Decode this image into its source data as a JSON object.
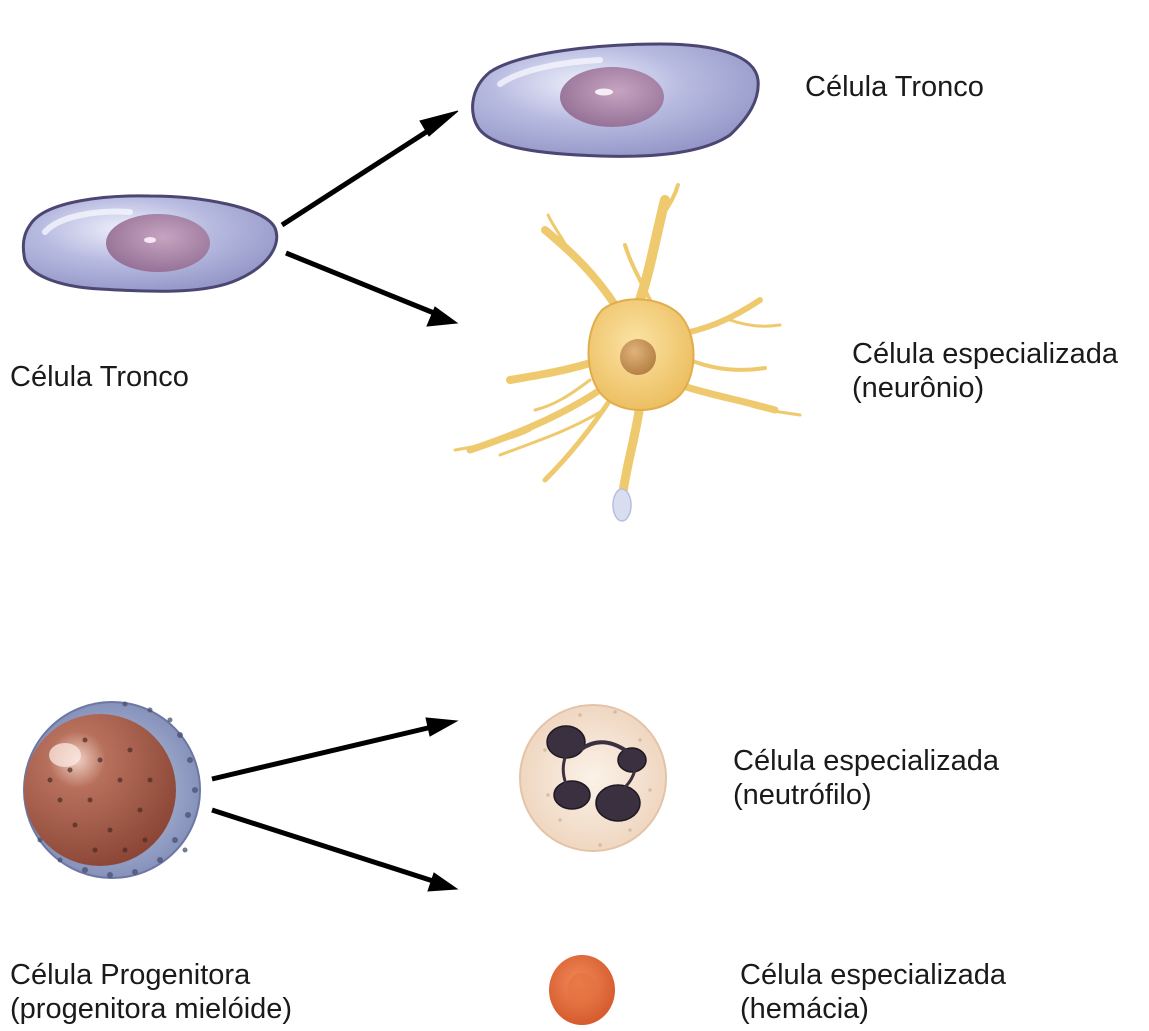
{
  "colors": {
    "stem_cell_fill": "#a9acd6",
    "stem_cell_outline": "#4c4672",
    "nucleus": "#9a7498",
    "neuron_body": "#f3c96a",
    "neuron_nucleus": "#c6924e",
    "progenitor_cytoplasm": "#9ba6c8",
    "progenitor_nucleus": "#9a5040",
    "neutrophil_cytoplasm": "#f6e6d6",
    "neutrophil_nucleus": "#3a3040",
    "red_blood_cell": "#e06a3c",
    "arrow": "#000000"
  },
  "labels": {
    "stem_cell_source": "Célula Tronco",
    "stem_cell_result": "Célula Tronco",
    "neuron_line1": "Célula especializada",
    "neuron_line2": "(neurônio)",
    "progenitor_line1": "Célula Progenitora",
    "progenitor_line2": "(progenitora mielóide)",
    "neutrophil_line1": "Célula especializada",
    "neutrophil_line2": "(neutrófilo)",
    "rbc_line1": "Célula especializada",
    "rbc_line2": "(hemácia)"
  }
}
